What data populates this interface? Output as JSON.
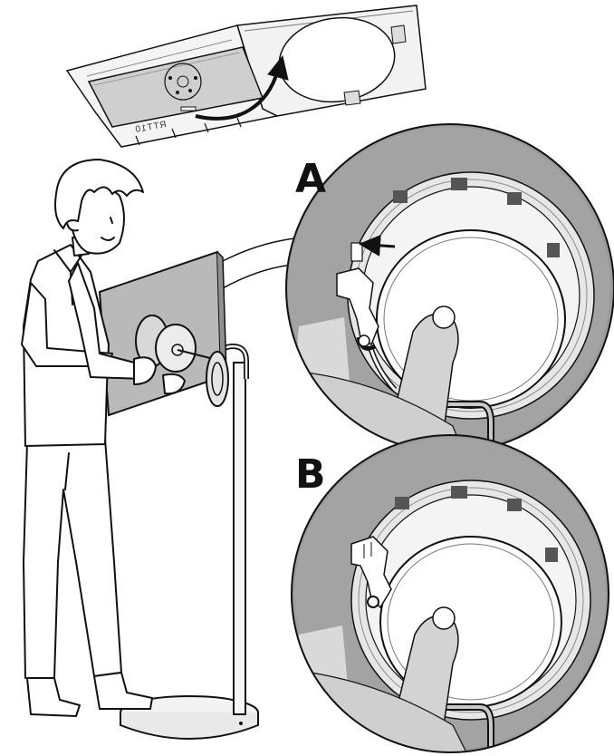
{
  "callouts": {
    "a_label": "A",
    "b_label": "B"
  },
  "packaging": {
    "printed_text": "RTT10"
  },
  "colors": {
    "line": "#111111",
    "panel_gray": "#b9b9b9",
    "light_gray": "#e6e6e6",
    "mid_gray": "#c8c8c8",
    "dark_gray": "#555555",
    "zoom_background": "#9a9a9a"
  },
  "icons": {
    "insert_arrow": "arrow-left-icon",
    "flip_arrow": "curved-arrow-icon"
  }
}
